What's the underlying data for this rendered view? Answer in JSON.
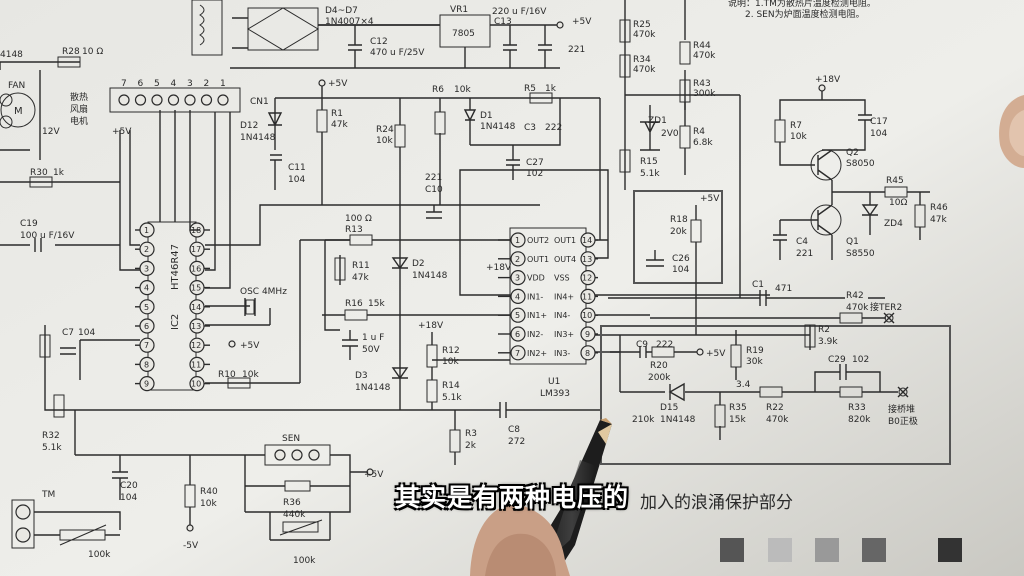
{
  "note": {
    "line1": "说明：1.TM为散热片温度检测电阻。",
    "line2": "2. SEN为炉面温度检测电阻。"
  },
  "subtitle": "其实是有两种电压的",
  "bottom_caption": "加入的浪涌保护部分",
  "components": {
    "d4_d7": "D4~D7",
    "d4_d7_part": "1N4007×4",
    "vr": "VR1",
    "vr_part": "7805",
    "c13_val": "220 u F/16V",
    "c13": "C13",
    "c12": "C12",
    "c12_val": "470 u F/25V",
    "c221_top": "221",
    "p5v_top": "+5V",
    "r25": "R25",
    "r25_val": "470k",
    "r34": "R34",
    "r34_val": "470k",
    "r44": "R44",
    "r44_val": "470k",
    "r43": "R43",
    "r43_val": "300k",
    "r4": "R4",
    "r4_val": "6.8k",
    "zd1": "ZD1",
    "zd1_val": "2V0",
    "r15": "R15",
    "r15_val": "5.1k",
    "d4148_left": "4148",
    "r28": "R28",
    "r28_val": "10 Ω",
    "fan": "FAN",
    "fan_cn1": "散热",
    "fan_cn2": "风扇",
    "fan_cn3": "电机",
    "fan_12v": "12V",
    "motor": "M",
    "cn1": "CN1",
    "cn_pins": [
      "7",
      "6",
      "5",
      "4",
      "3",
      "2",
      "1"
    ],
    "p5v_cn": "+5V",
    "p5v_r1": "+5V",
    "r1": "R1",
    "r1_val": "47k",
    "d12": "D12",
    "d12_val": "1N4148",
    "c11": "C11",
    "c11_val": "104",
    "r24": "R24",
    "r24_val": "10k",
    "r6": "R6",
    "r6_val": "10k",
    "d1": "D1",
    "d1_val": "1N4148",
    "r5": "R5",
    "r5_val": "1k",
    "c3": "C3",
    "c3_val": "222",
    "c27": "C27",
    "c27_val": "102",
    "c10": "C10",
    "c10_val": "221",
    "r30": "R30",
    "r30_val": "1k",
    "c19": "C19",
    "c19_val": "100 u F/16V",
    "ic2": "IC2",
    "ic2_part": "HT46R47",
    "ic2_left_pins": [
      "1",
      "2",
      "3",
      "4",
      "5",
      "6",
      "7",
      "8",
      "9"
    ],
    "ic2_right_pins": [
      "18",
      "17",
      "16",
      "15",
      "14",
      "13",
      "12",
      "11",
      "10"
    ],
    "osc": "OSC 4MHz",
    "p5v_ic2": "+5V",
    "r10": "R10",
    "r10_val": "10k",
    "c7": "C7",
    "c7_val": "104",
    "r32": "R32",
    "r32_val": "5.1k",
    "r13": "R13",
    "r13_val": "100 Ω",
    "r11": "R11",
    "r11_val": "47k",
    "d2": "D2",
    "d2_val": "1N4148",
    "r16": "R16",
    "r16_val": "15k",
    "c_1uf": "1 u F",
    "c_1uf_v": "50V",
    "d3": "D3",
    "d3_val": "1N4148",
    "p18v_mid": "+18V",
    "r12": "R12",
    "r12_val": "10k",
    "r14": "R14",
    "r14_val": "5.1k",
    "r3": "R3",
    "r3_val": "2k",
    "c8": "C8",
    "c8_val": "272",
    "u1": "U1",
    "u1_part": "LM393",
    "p18v_u1": "+18V",
    "u1_left": [
      "OUT2",
      "OUT1",
      "VDD",
      "IN1-",
      "IN1+",
      "IN2-",
      "IN2+"
    ],
    "u1_right": [
      "OUT1",
      "OUT4",
      "VSS",
      "IN4+",
      "IN4-",
      "IN3+",
      "IN3-"
    ],
    "u1_left_nums": [
      "1",
      "2",
      "3",
      "4",
      "5",
      "6",
      "7"
    ],
    "u1_right_nums": [
      "14",
      "13",
      "12",
      "11",
      "10",
      "9",
      "8"
    ],
    "r18": "R18",
    "r18_val": "20k",
    "c26": "C26",
    "c26_val": "104",
    "p5v_r18": "+5V",
    "p18v_right": "+18V",
    "r7": "R7",
    "r7_val": "10k",
    "c17": "C17",
    "c17_val": "104",
    "q2": "Q2",
    "q2_part": "S8050",
    "q1": "Q1",
    "q1_part": "S8550",
    "c4": "C4",
    "c4_val": "221",
    "r45": "R45",
    "r45_val": "10Ω",
    "zd4": "ZD4",
    "r46": "R46",
    "r46_val": "47k",
    "c1": "C1",
    "c1_val": "471",
    "r42": "R42",
    "r42_val": "470k",
    "r42_to": "接TER2",
    "r2": "R2",
    "r2_val": "3.9k",
    "c9": "C9",
    "c9_val": "222",
    "r20": "R20",
    "r20_val": "200k",
    "p5v_c9": "+5V",
    "r19": "R19",
    "r19_val": "30k",
    "c29": "C29",
    "c29_val": "102",
    "d15": "D15",
    "d15_val": "1N4148",
    "r21_val": "210k",
    "r35": "R35",
    "r35_val": "15k",
    "r22": "R22",
    "r22_val": "470k",
    "r33": "R33",
    "r33_val": "820k",
    "bridge_cn1": "接桥堆",
    "bridge_cn2": "B0正极",
    "hand_note": "3.4",
    "sen": "SEN",
    "p5v_sen": "+5V",
    "r36": "R36",
    "r36_val": "440k",
    "sen_val": "100k",
    "c20": "C20",
    "c20_val": "104",
    "r40": "R40",
    "r40_val": "10k",
    "n5v": "-5V",
    "tm": "TM",
    "tm_val": "100k"
  }
}
